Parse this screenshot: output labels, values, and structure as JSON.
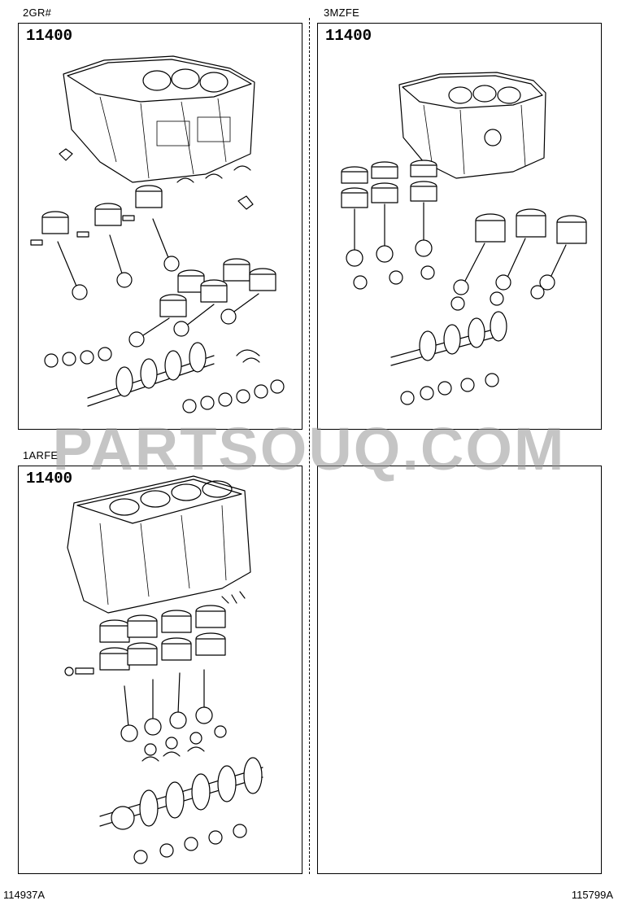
{
  "panels": [
    {
      "engine": "2GR#",
      "part_number": "11400"
    },
    {
      "engine": "3MZFE",
      "part_number": "11400"
    },
    {
      "engine": "1ARFE",
      "part_number": "11400"
    }
  ],
  "watermark": "PARTSOUQ.COM",
  "footer": {
    "left_code": "114937A",
    "right_code": "115799A"
  }
}
